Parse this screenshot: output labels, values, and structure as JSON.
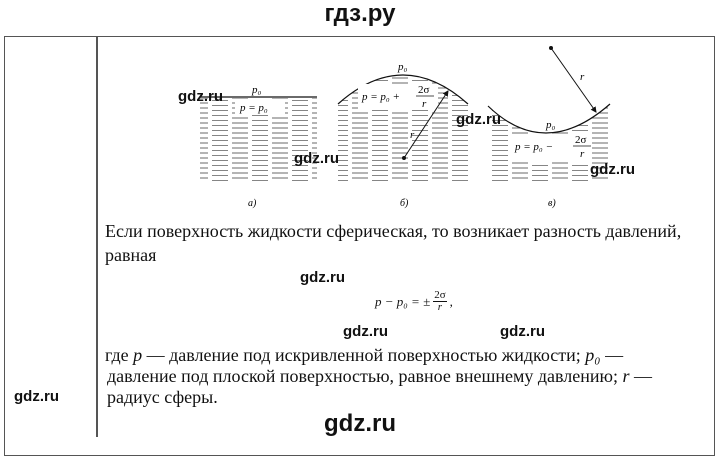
{
  "header": {
    "site_title": "гдз.ру"
  },
  "figure": {
    "panel_a": {
      "label": "а)",
      "outer_pressure": "p₀",
      "inner_pressure": "p = p₀"
    },
    "panel_b": {
      "label": "б)",
      "outer_pressure": "p₀",
      "inner_pressure": "p = p₀ +",
      "frac_num": "2σ",
      "frac_den": "r",
      "radius": "r"
    },
    "panel_c": {
      "label": "в)",
      "outer_pressure": "p₀",
      "inner_pressure": "p = p₀ −",
      "frac_num": "2σ",
      "frac_den": "r",
      "radius": "r"
    }
  },
  "text": {
    "line1": "Если поверхность жидкости сферическая, то возникает разность давлений,",
    "line2": "равная",
    "formula_lhs": "p − p₀ = ±",
    "formula_num": "2σ",
    "formula_den": "r",
    "formula_tail": ",",
    "line3_a": "где ",
    "line3_p": "p",
    "line3_b": " — давление под искривленной поверхностью жидкости; ",
    "line3_p0": "p₀",
    "line3_c": " —",
    "line4_a": "давление под плоской поверхностью, равное внешнему давлению; ",
    "line4_r": "r",
    "line4_b": " —",
    "line5": "радиус сферы."
  },
  "watermarks": [
    "gdz.ru",
    "gdz.ru",
    "gdz.ru",
    "gdz.ru",
    "gdz.ru",
    "gdz.ru",
    "gdz.ru",
    "gdz.ru"
  ],
  "footer": {
    "site_name": "gdz.ru"
  }
}
